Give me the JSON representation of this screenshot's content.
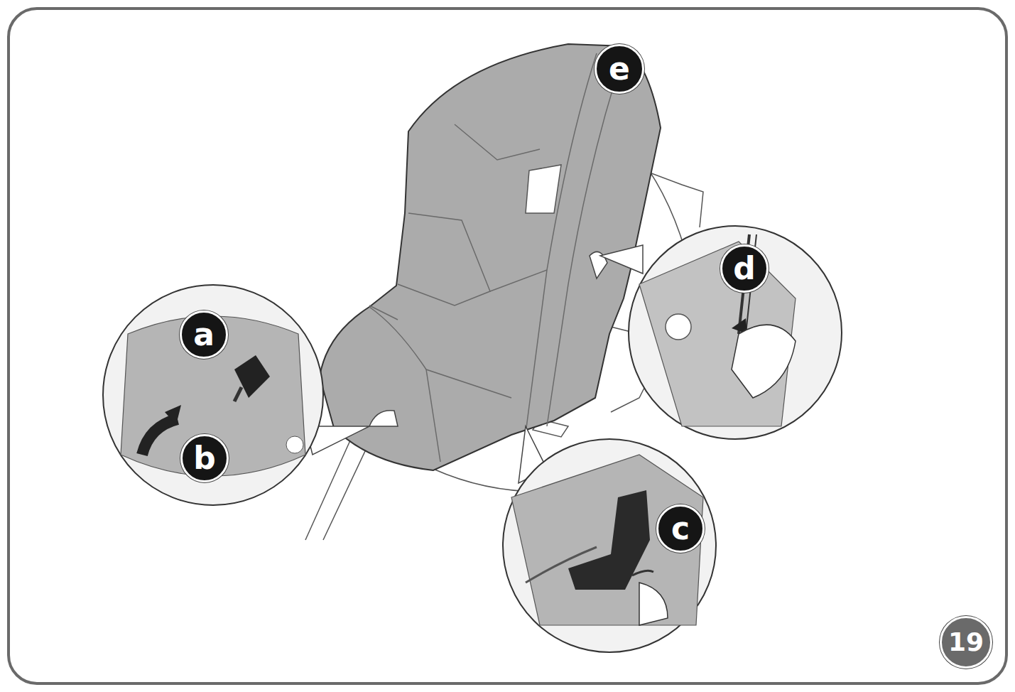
{
  "diagram": {
    "nodes": [
      {
        "text": [
          "e"
        ]
      },
      {
        "text": [
          "d"
        ]
      },
      {
        "text": [
          "a"
        ]
      },
      {
        "text": [
          "b"
        ]
      },
      {
        "text": [
          "c"
        ]
      },
      {
        "text": [
          "19"
        ]
      }
    ]
  }
}
